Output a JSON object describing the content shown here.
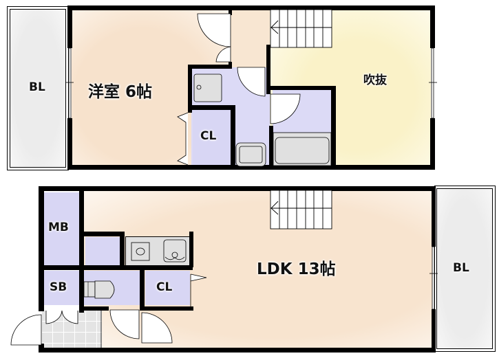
{
  "floorplan": {
    "upper_floor": {
      "balcony_label": "BL",
      "western_room_label": "洋室 6帖",
      "closet_label": "CL",
      "void_label": "吹抜"
    },
    "lower_floor": {
      "meter_box_label": "MB",
      "shoe_box_label": "SB",
      "closet_label": "CL",
      "ldk_label": "LDK 13帖",
      "balcony_label": "BL"
    },
    "colors": {
      "wall": "#000000",
      "room_beige": "#f8e6d2",
      "void_yellow": "#fbf6d8",
      "wet_lavender": "#dcdaf6",
      "balcony_gray": "#eeeeee",
      "fixture_gray": "#e0e0e0"
    }
  }
}
